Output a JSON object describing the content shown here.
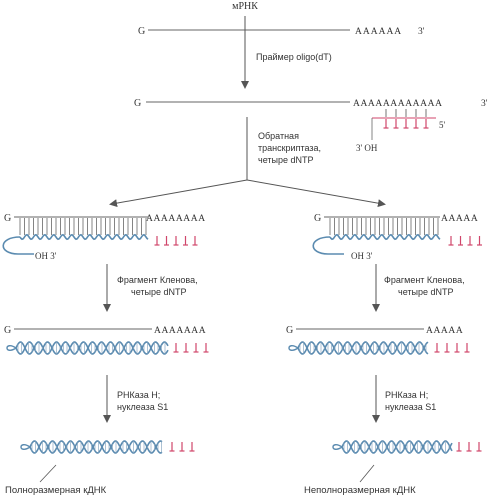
{
  "colors": {
    "ink": "#333333",
    "rna_strand": "#666666",
    "dna_strand": "#5b8bb0",
    "poly_t": "#d0466b"
  },
  "top_label": "мРНК",
  "mrna": {
    "five_prime": "G",
    "poly_a": "AAAAAA",
    "three_prime": "3'"
  },
  "step1": {
    "label": "Праймер oligo(dT)"
  },
  "annealed": {
    "five_prime": "G",
    "poly_a": "AAAAAAAAAAAA",
    "three_prime": "3'",
    "primer_five_prime": "5'",
    "primer_three_oh": "3' OH"
  },
  "step2": {
    "label_lines": [
      "Обратная",
      "транскриптаза,",
      "четыре dNTP"
    ]
  },
  "hairpin_left": {
    "five_prime": "G",
    "poly_a": "AAAAAAAA",
    "oh_label": "OH 3'"
  },
  "hairpin_right": {
    "five_prime": "G",
    "poly_a": "AAAAA",
    "oh_label": "OH 3'"
  },
  "step3": {
    "label_lines": [
      "Фрагмент Кленова,",
      "четыре dNTP"
    ]
  },
  "second_left": {
    "five_prime": "G",
    "poly_a": "AAAAAAA"
  },
  "second_right": {
    "five_prime": "G",
    "poly_a": "AAAAA"
  },
  "step4": {
    "label_lines": [
      "РНКаза Н;",
      "нуклеаза S1"
    ]
  },
  "result_left": {
    "label": "Полноразмерная кДНК"
  },
  "result_right": {
    "label": "Неполноразмерная кДНК"
  }
}
